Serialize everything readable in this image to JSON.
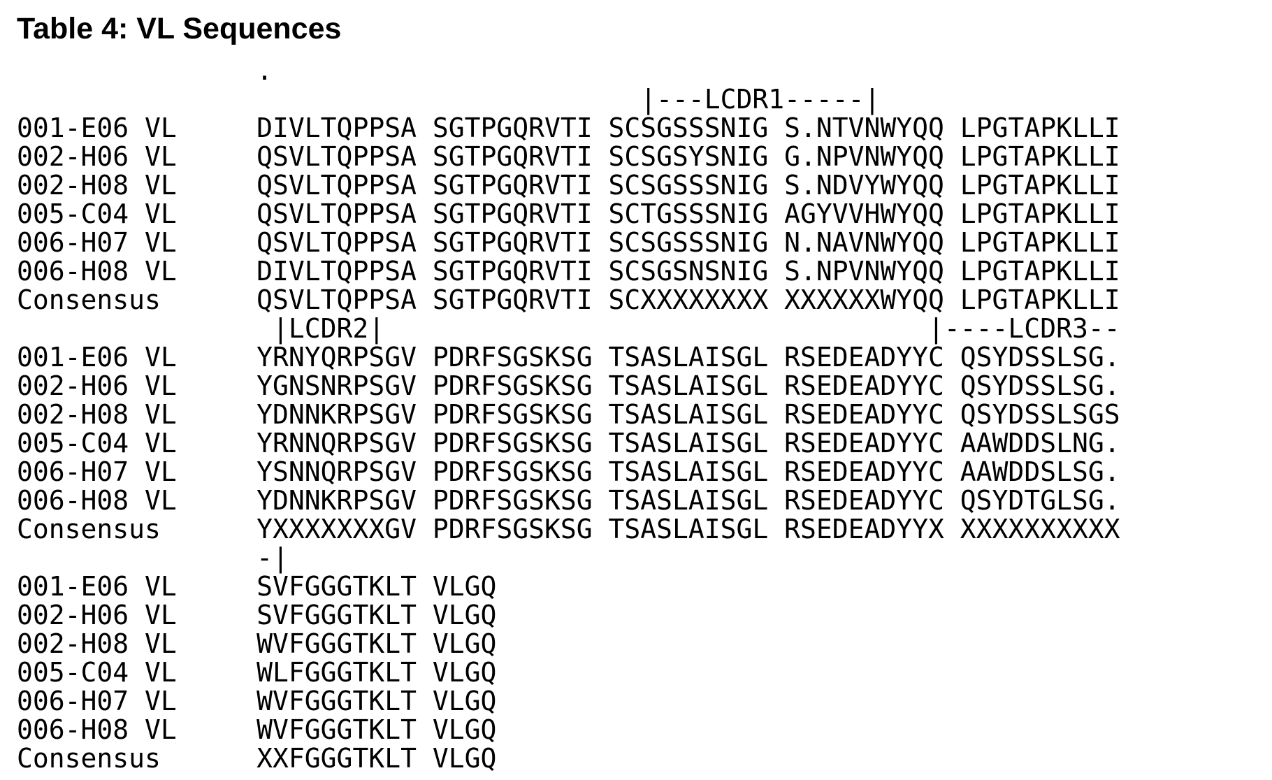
{
  "title": "Table 4: VL Sequences",
  "alignment": {
    "name_column_pad": 15,
    "blocks": [
      {
        "marker_lines": [
          [
            {
              "col": 16,
              "text": "."
            }
          ],
          [
            {
              "col": 40,
              "text": "|---LCDR1-----|"
            }
          ]
        ],
        "rows": [
          {
            "name": "001-E06 VL",
            "groups": [
              "DIVLTQPPSA",
              "SGTPGQRVTI",
              "SCSGSSSNIG",
              "S.NTVNWYQQ",
              "LPGTAPKLLI"
            ]
          },
          {
            "name": "002-H06 VL",
            "groups": [
              "QSVLTQPPSA",
              "SGTPGQRVTI",
              "SCSGSYSNIG",
              "G.NPVNWYQQ",
              "LPGTAPKLLI"
            ]
          },
          {
            "name": "002-H08 VL",
            "groups": [
              "QSVLTQPPSA",
              "SGTPGQRVTI",
              "SCSGSSSNIG",
              "S.NDVYWYQQ",
              "LPGTAPKLLI"
            ]
          },
          {
            "name": "005-C04 VL",
            "groups": [
              "QSVLTQPPSA",
              "SGTPGQRVTI",
              "SCTGSSSNIG",
              "AGYVVHWYQQ",
              "LPGTAPKLLI"
            ]
          },
          {
            "name": "006-H07 VL",
            "groups": [
              "QSVLTQPPSA",
              "SGTPGQRVTI",
              "SCSGSSSNIG",
              "N.NAVNWYQQ",
              "LPGTAPKLLI"
            ]
          },
          {
            "name": "006-H08 VL",
            "groups": [
              "DIVLTQPPSA",
              "SGTPGQRVTI",
              "SCSGSNSNIG",
              "S.NPVNWYQQ",
              "LPGTAPKLLI"
            ]
          },
          {
            "name": "Consensus",
            "groups": [
              "QSVLTQPPSA",
              "SGTPGQRVTI",
              "SCXXXXXXXX",
              "XXXXXXWYQQ",
              "LPGTAPKLLI"
            ]
          }
        ]
      },
      {
        "marker_lines": [
          [
            {
              "col": 17,
              "text": "|LCDR2|"
            },
            {
              "col": 58,
              "text": "|----LCDR3--"
            }
          ]
        ],
        "rows": [
          {
            "name": "001-E06 VL",
            "groups": [
              "YRNYQRPSGV",
              "PDRFSGSKSG",
              "TSASLAISGL",
              "RSEDEADYYC",
              "QSYDSSLSG."
            ]
          },
          {
            "name": "002-H06 VL",
            "groups": [
              "YGNSNRPSGV",
              "PDRFSGSKSG",
              "TSASLAISGL",
              "RSEDEADYYC",
              "QSYDSSLSG."
            ]
          },
          {
            "name": "002-H08 VL",
            "groups": [
              "YDNNKRPSGV",
              "PDRFSGSKSG",
              "TSASLAISGL",
              "RSEDEADYYC",
              "QSYDSSLSGS"
            ]
          },
          {
            "name": "005-C04 VL",
            "groups": [
              "YRNNQRPSGV",
              "PDRFSGSKSG",
              "TSASLAISGL",
              "RSEDEADYYC",
              "AAWDDSLNG."
            ]
          },
          {
            "name": "006-H07 VL",
            "groups": [
              "YSNNQRPSGV",
              "PDRFSGSKSG",
              "TSASLAISGL",
              "RSEDEADYYC",
              "AAWDDSLSG."
            ]
          },
          {
            "name": "006-H08 VL",
            "groups": [
              "YDNNKRPSGV",
              "PDRFSGSKSG",
              "TSASLAISGL",
              "RSEDEADYYC",
              "QSYDTGLSG."
            ]
          },
          {
            "name": "Consensus",
            "groups": [
              "YXXXXXXXGV",
              "PDRFSGSKSG",
              "TSASLAISGL",
              "RSEDEADYYX",
              "XXXXXXXXXX"
            ]
          }
        ]
      },
      {
        "marker_lines": [
          [
            {
              "col": 16,
              "text": "-|"
            }
          ]
        ],
        "rows": [
          {
            "name": "001-E06 VL",
            "groups": [
              "SVFGGGTKLT",
              "VLGQ"
            ]
          },
          {
            "name": "002-H06 VL",
            "groups": [
              "SVFGGGTKLT",
              "VLGQ"
            ]
          },
          {
            "name": "002-H08 VL",
            "groups": [
              "WVFGGGTKLT",
              "VLGQ"
            ]
          },
          {
            "name": "005-C04 VL",
            "groups": [
              "WLFGGGTKLT",
              "VLGQ"
            ]
          },
          {
            "name": "006-H07 VL",
            "groups": [
              "WVFGGGTKLT",
              "VLGQ"
            ]
          },
          {
            "name": "006-H08 VL",
            "groups": [
              "WVFGGGTKLT",
              "VLGQ"
            ]
          },
          {
            "name": "Consensus",
            "groups": [
              "XXFGGGTKLT",
              "VLGQ"
            ]
          }
        ]
      }
    ]
  }
}
